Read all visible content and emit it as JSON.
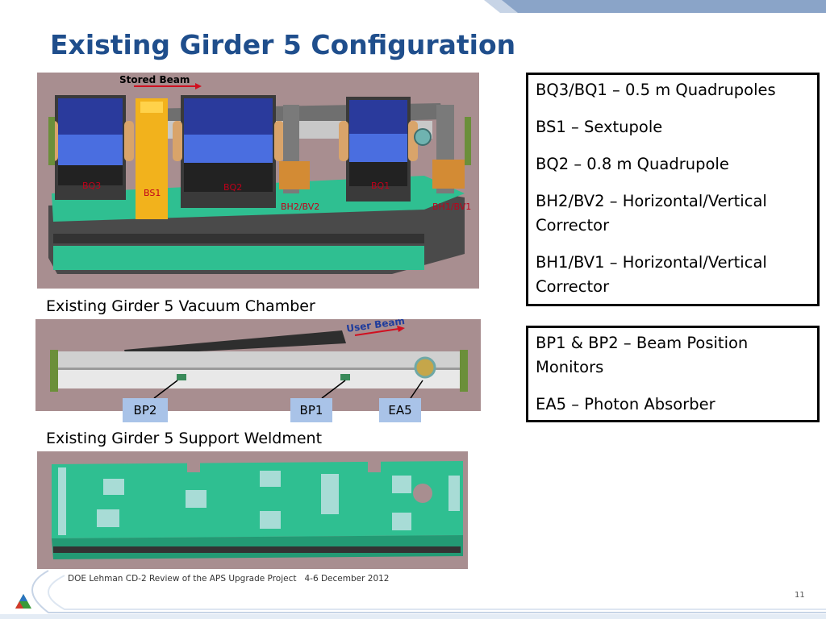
{
  "slide": {
    "title": "Existing Girder 5 Configuration",
    "page_number": "11"
  },
  "figure_top": {
    "stored_beam_label": "Stored  Beam",
    "labels": {
      "bq3": "BQ3",
      "bs1": "BS1",
      "bq2": "BQ2",
      "bq1": "BQ1",
      "bh2_bv2": "BH2/BV2",
      "bh1_bv1": "BH1/BV1"
    }
  },
  "captions": {
    "vacuum_chamber": "Existing Girder 5 Vacuum Chamber",
    "support_weldment": "Existing Girder 5 Support Weldment"
  },
  "figure_middle": {
    "user_beam_label": "User Beam",
    "tags": [
      "BP2",
      "BP1",
      "EA5"
    ]
  },
  "legend_box_1": {
    "lines": [
      "BQ3/BQ1 – 0.5 m Quadrupoles",
      "BS1 – Sextupole",
      "BQ2 – 0.8 m Quadrupole",
      "BH2/BV2 – Horizontal/Vertical Corrector",
      "BH1/BV1 – Horizontal/Vertical Corrector"
    ]
  },
  "legend_box_2": {
    "lines": [
      "BP1 & BP2 – Beam Position Monitors",
      "EA5 – Photon Absorber"
    ]
  },
  "footer": {
    "event": "DOE Lehman CD-2 Review of the APS Upgrade Project",
    "date": "4-6 December  2012"
  },
  "colors": {
    "title": "#1f4e8c",
    "label_red": "#c0001a",
    "photo_bg": "#a88e90",
    "girder_green": "#2fbf91",
    "magnet_blue": "#2a3a9c",
    "tag_blue": "#a9c3e8",
    "header_bar": "#8aa4c8"
  }
}
